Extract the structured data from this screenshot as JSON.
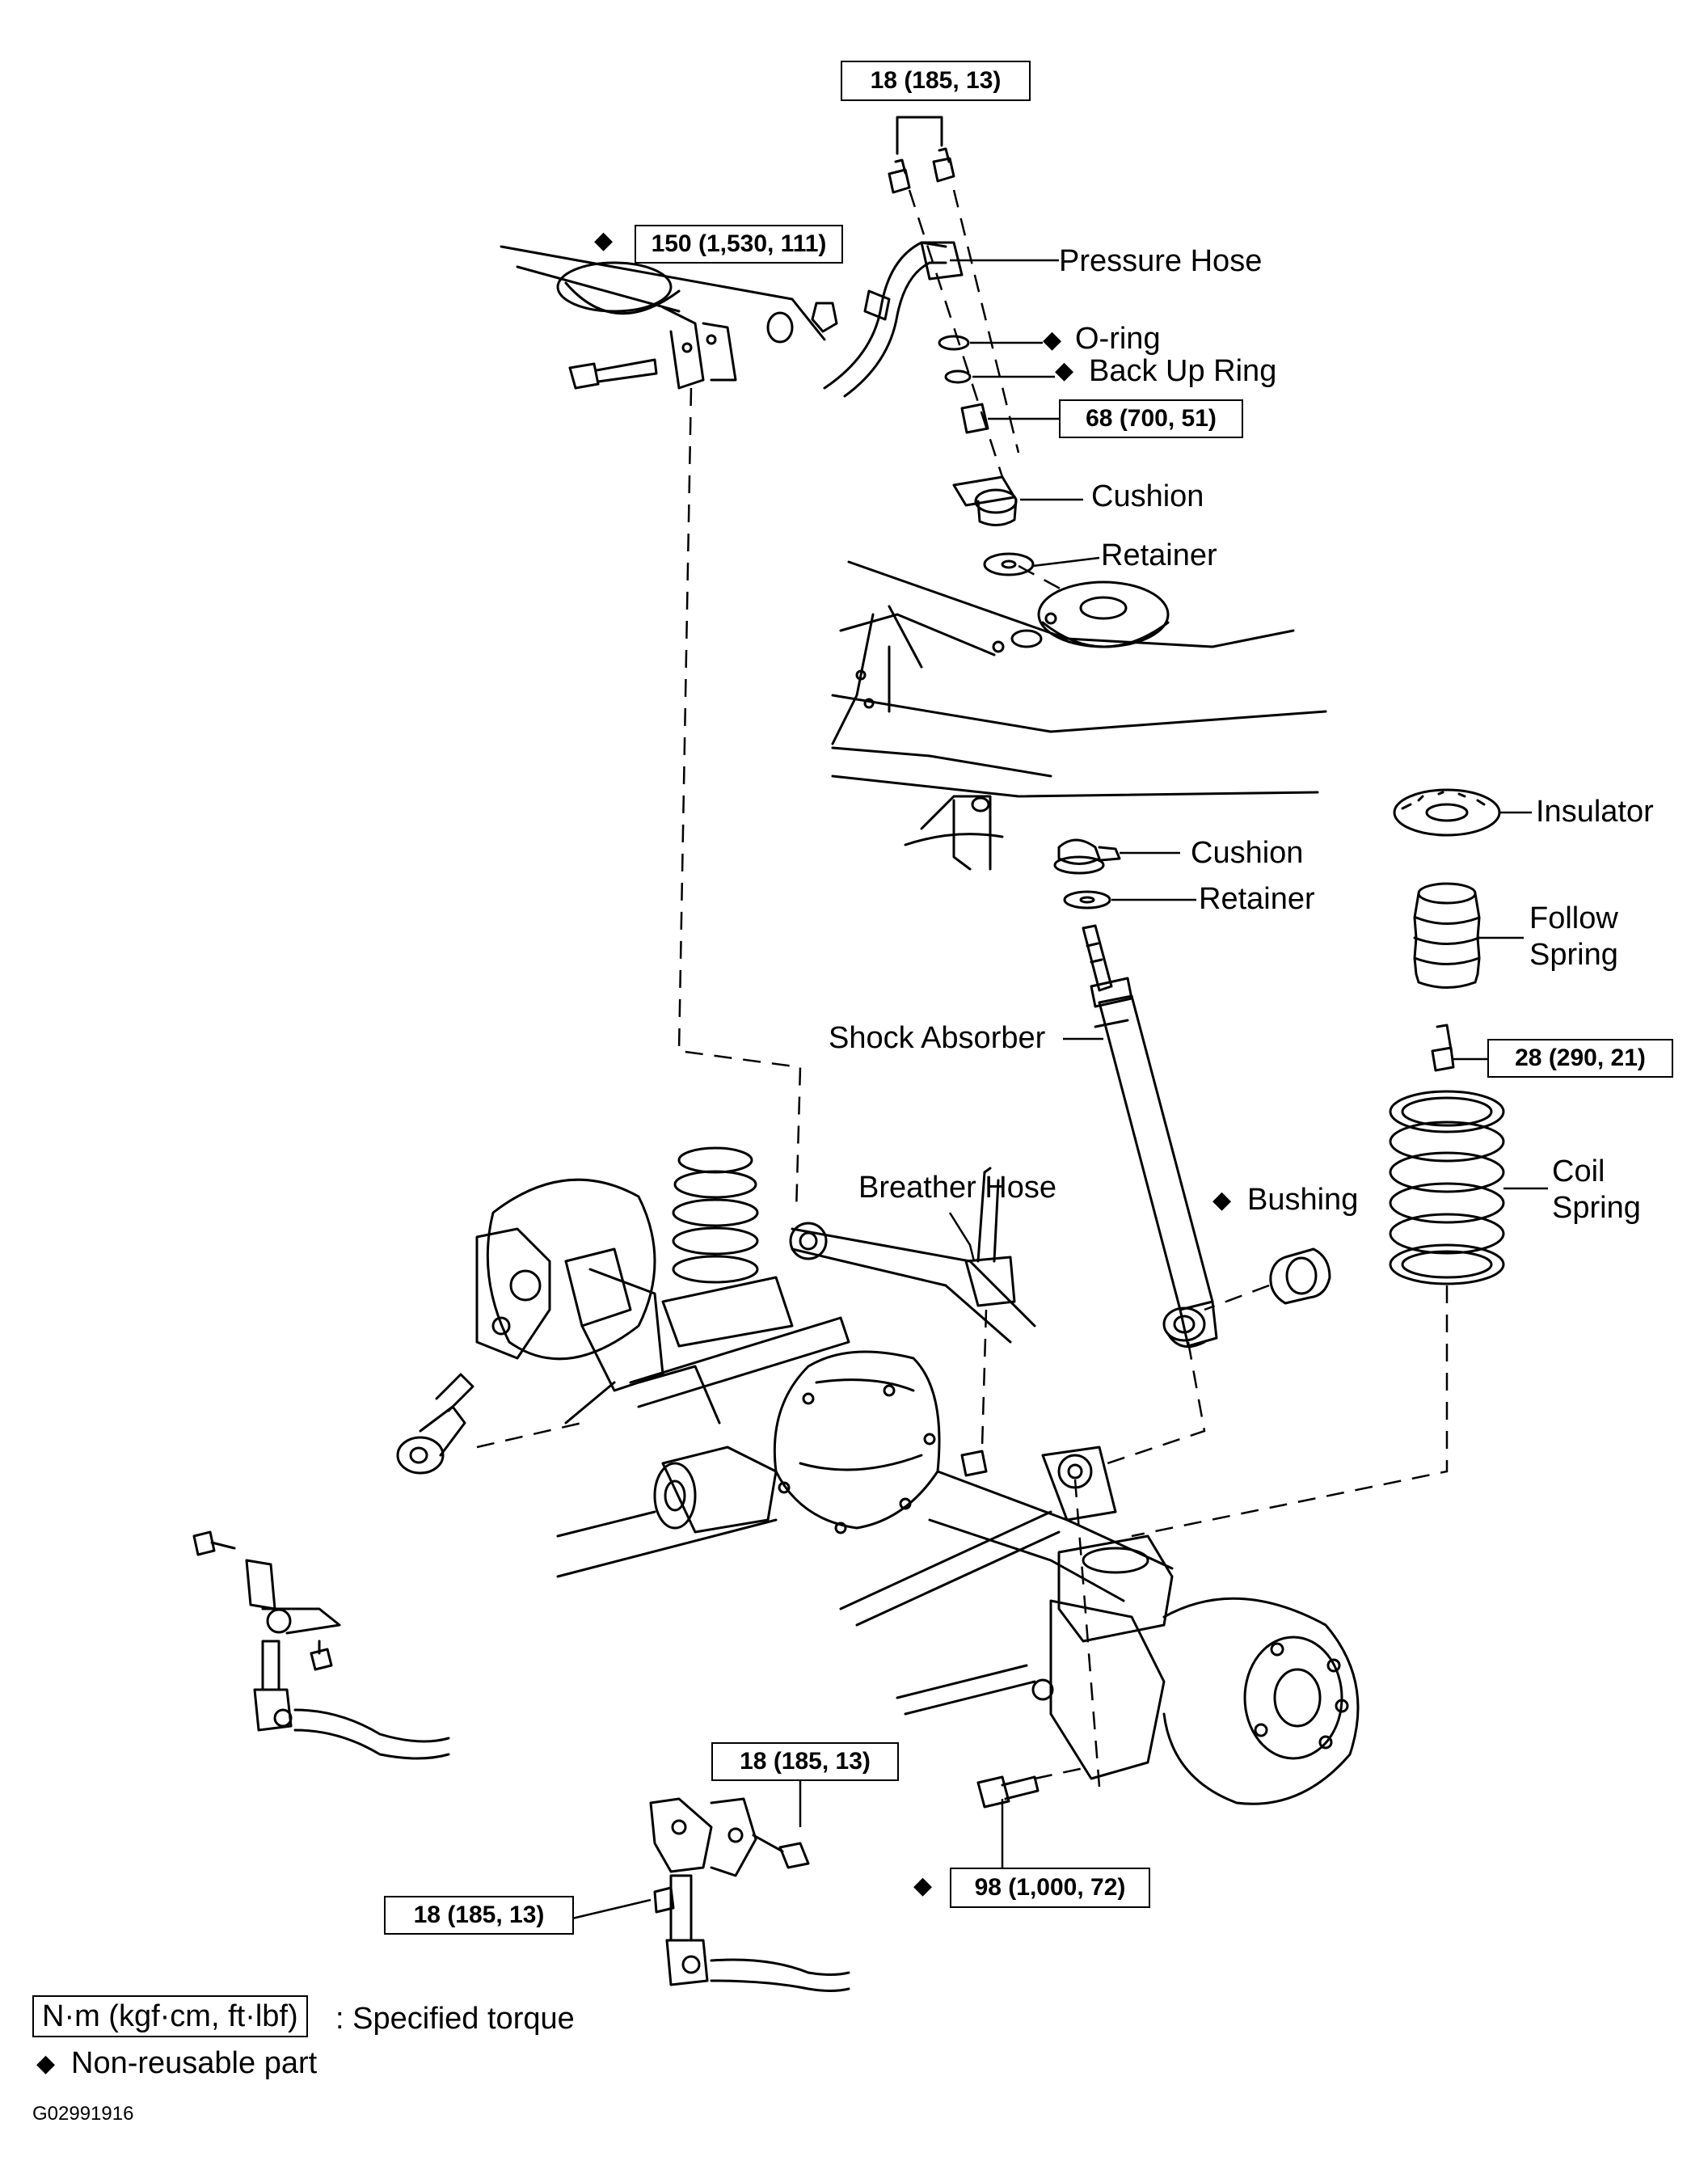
{
  "torque_values": {
    "top_bolts": "18 (185, 13)",
    "upper_mount_nut": "150 (1,530, 111)",
    "pressure_union": "68 (700, 51)",
    "spring_bolt": "28 (290, 21)",
    "lower_stabilizer_right": "18 (185, 13)",
    "lower_stabilizer_left": "18 (185, 13)",
    "lower_shock_bolt": "98 (1,000, 72)"
  },
  "part_labels": {
    "pressure_hose": "Pressure Hose",
    "o_ring": "O-ring",
    "back_up_ring": "Back Up Ring",
    "cushion_upper": "Cushion",
    "retainer_upper": "Retainer",
    "insulator": "Insulator",
    "cushion_lower": "Cushion",
    "retainer_lower": "Retainer",
    "follow_spring_1": "Follow",
    "follow_spring_2": "Spring",
    "shock_absorber": "Shock Absorber",
    "coil_spring_1": "Coil",
    "coil_spring_2": "Spring",
    "breather_hose": "Breather Hose",
    "bushing": "Bushing"
  },
  "non_reusable_symbol": "◆",
  "legend": {
    "torque_units": "N·m (kgf·cm, ft·lbf)",
    "torque_desc": ": Specified torque",
    "nonreusable_desc": "Non-reusable part"
  },
  "figure_code": "G02991916"
}
